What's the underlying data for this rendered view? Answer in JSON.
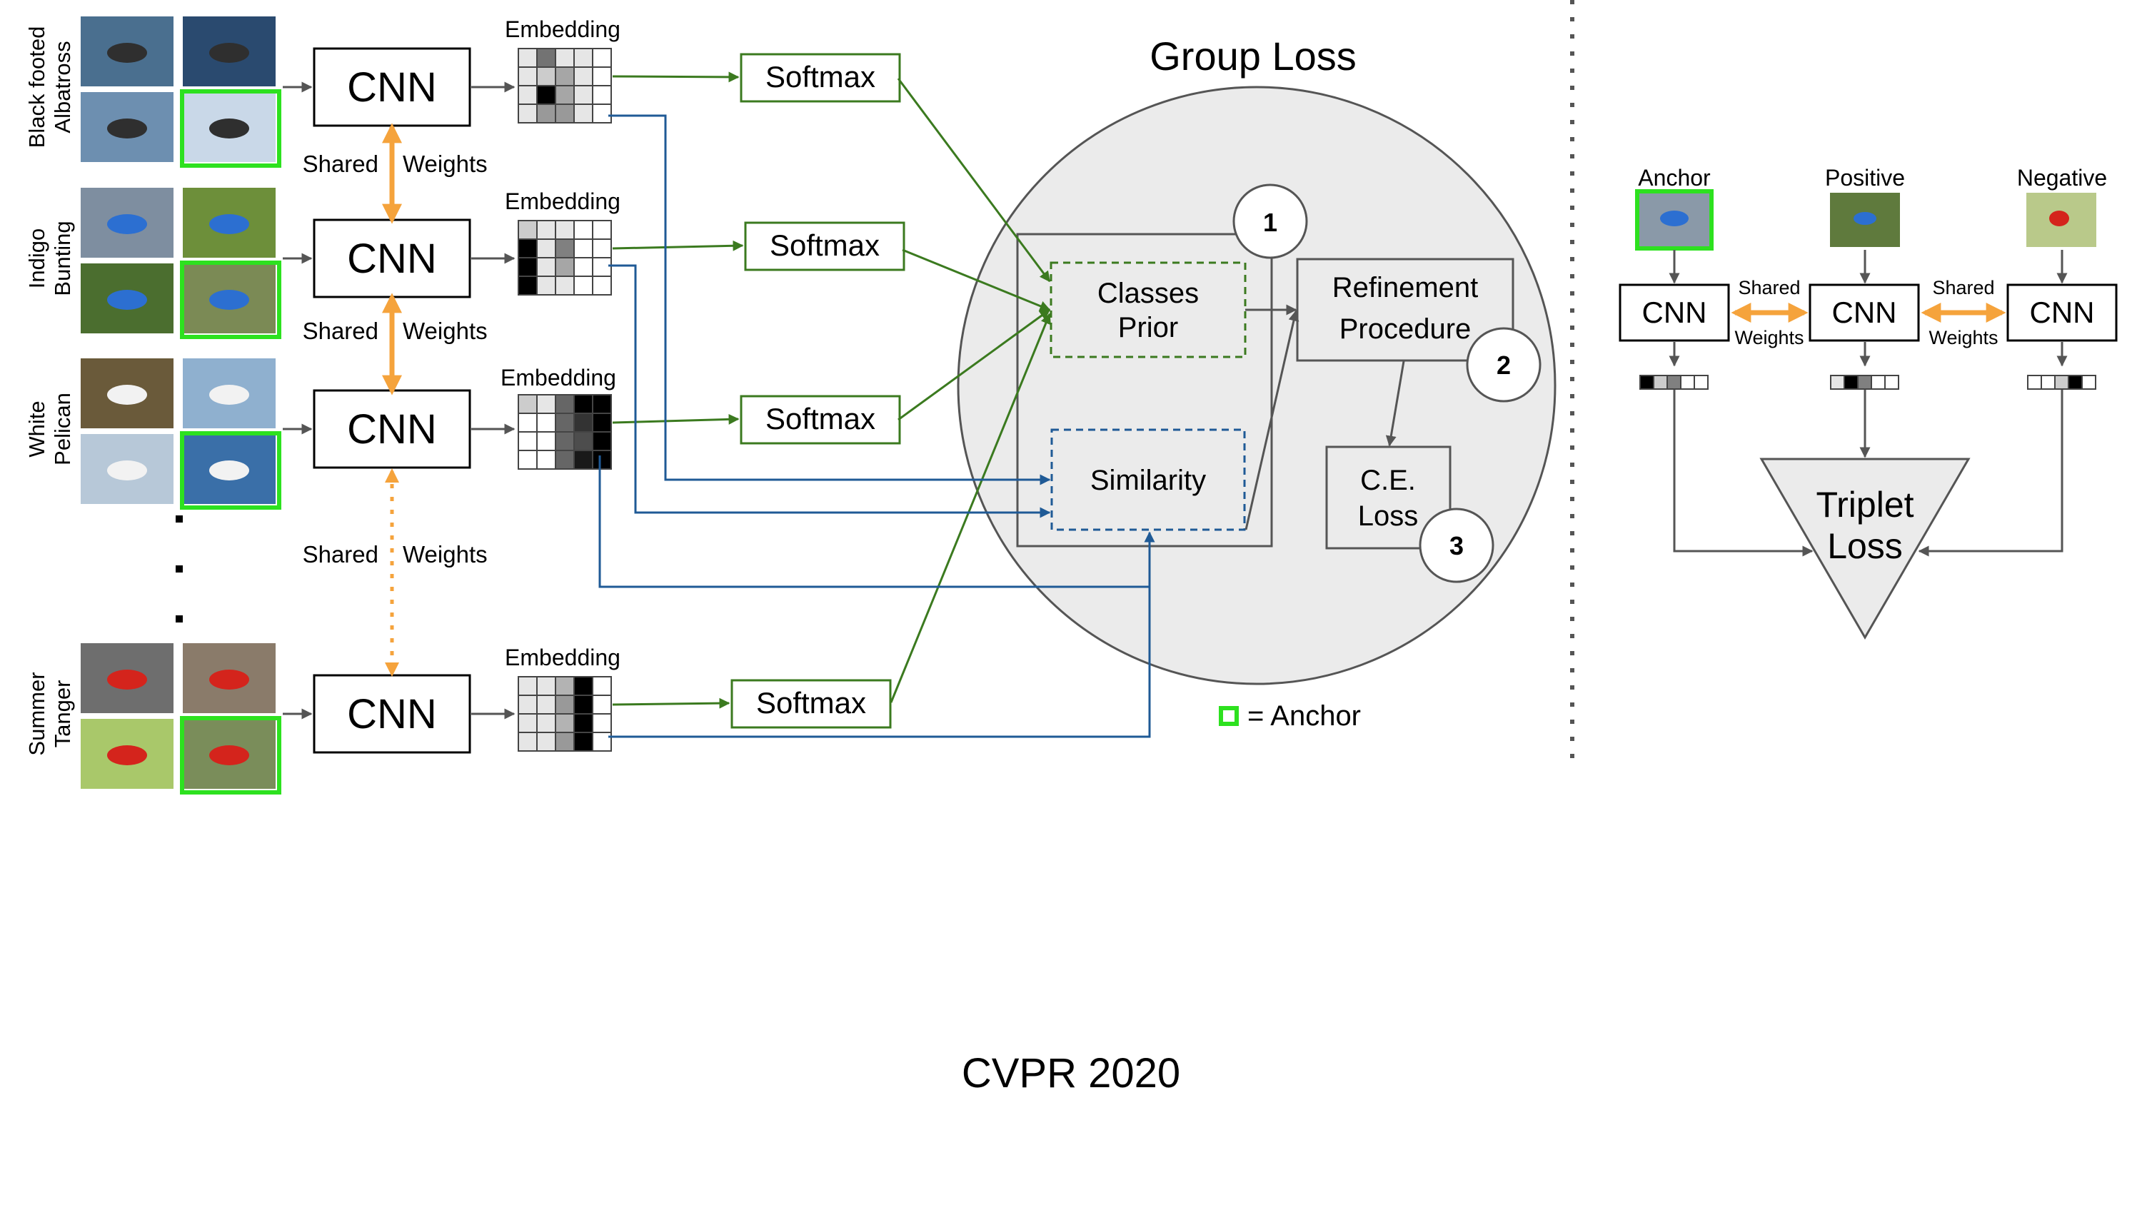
{
  "left": {
    "classes": [
      {
        "label_line1": "Black footed",
        "label_line2": "Albatross"
      },
      {
        "label_line1": "Indigo",
        "label_line2": "Bunting"
      },
      {
        "label_line1": "White",
        "label_line2": "Pelican"
      },
      {
        "label_line1": "Summer",
        "label_line2": "Tanger"
      }
    ],
    "cnn_label": "CNN",
    "embedding_label": "Embedding",
    "softmax_label": "Softmax",
    "shared_label": "Shared",
    "weights_label": "Weights",
    "ellipsis": "·"
  },
  "group_loss": {
    "title": "Group Loss",
    "classes_prior_line1": "Classes",
    "classes_prior_line2": "Prior",
    "similarity": "Similarity",
    "refinement_line1": "Refinement",
    "refinement_line2": "Procedure",
    "ce_line1": "C.E.",
    "ce_line2": "Loss",
    "step1": "1",
    "step2": "2",
    "step3": "3",
    "anchor_legend": "= Anchor"
  },
  "right": {
    "anchor": "Anchor",
    "positive": "Positive",
    "negative": "Negative",
    "cnn_label": "CNN",
    "shared_label": "Shared",
    "weights_label": "Weights",
    "triplet_line1": "Triplet",
    "triplet_line2": "Loss"
  },
  "footer": {
    "conference": "CVPR 2020"
  },
  "colors": {
    "green_arrow": "#3b7a1f",
    "blue_arrow": "#1f5a96",
    "orange_shared": "#f5a33c",
    "anchor_frame": "#2de11f",
    "group_loss_fill": "#ebebeb"
  }
}
